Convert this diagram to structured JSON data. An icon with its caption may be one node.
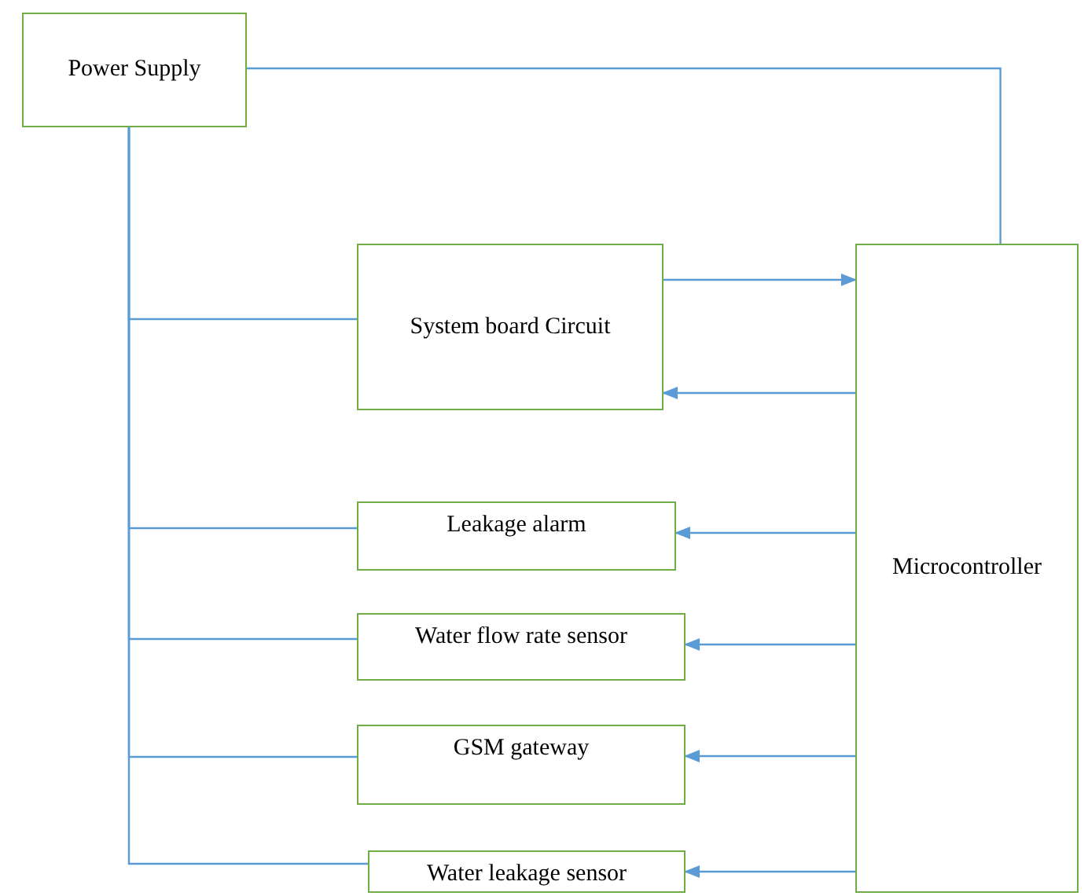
{
  "diagram": {
    "nodes": [
      {
        "text": [
          "Power Supply"
        ]
      },
      {
        "text": [
          "System board Circuit"
        ]
      },
      {
        "text": [
          "Microcontroller"
        ]
      },
      {
        "text": [
          "Leakage alarm"
        ]
      },
      {
        "text": [
          "Water flow rate sensor"
        ]
      },
      {
        "text": [
          "GSM gateway"
        ]
      },
      {
        "text": [
          "Water leakage sensor"
        ]
      }
    ],
    "edges": [
      {
        "from": 0,
        "to": 2,
        "arrow": "none"
      },
      {
        "from": 0,
        "to": 1,
        "arrow": "none"
      },
      {
        "from": 0,
        "to": 3,
        "arrow": "none"
      },
      {
        "from": 0,
        "to": 4,
        "arrow": "none"
      },
      {
        "from": 0,
        "to": 5,
        "arrow": "none"
      },
      {
        "from": 0,
        "to": 6,
        "arrow": "none"
      },
      {
        "from": 1,
        "to": 2,
        "arrow": "to"
      },
      {
        "from": 2,
        "to": 1,
        "arrow": "to"
      },
      {
        "from": 2,
        "to": 3,
        "arrow": "to"
      },
      {
        "from": 2,
        "to": 4,
        "arrow": "to"
      },
      {
        "from": 2,
        "to": 5,
        "arrow": "to"
      },
      {
        "from": 2,
        "to": 6,
        "arrow": "to"
      }
    ]
  }
}
